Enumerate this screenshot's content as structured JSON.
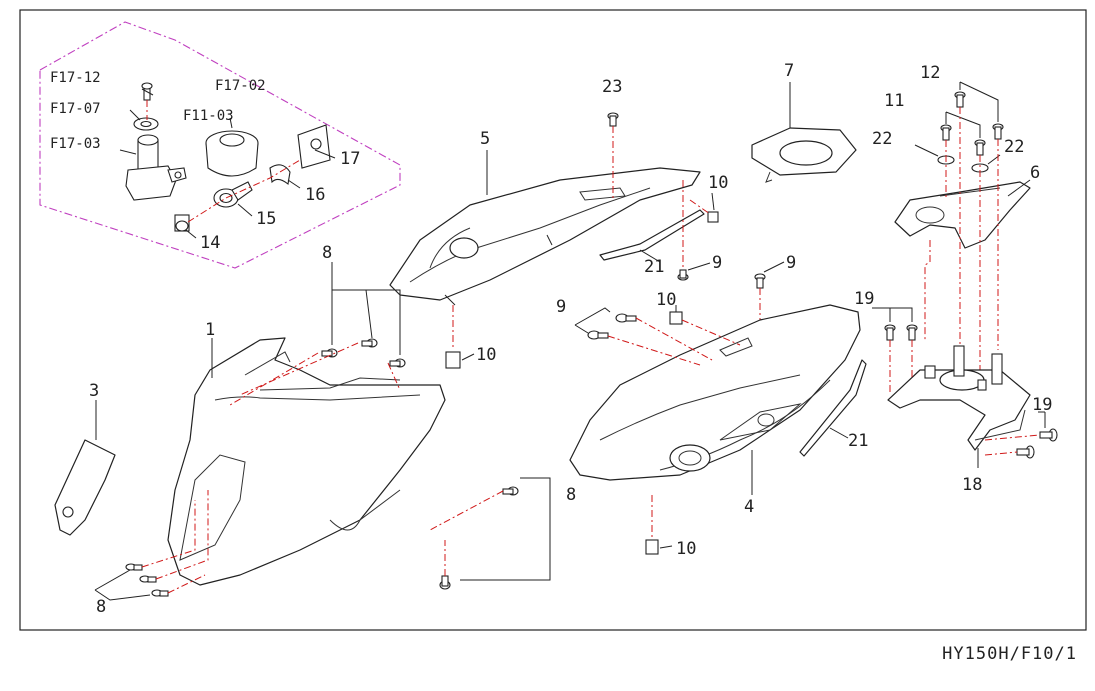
{
  "diagram": {
    "reference": "HY150H/F10/1",
    "callouts": {
      "c_f17_12": "F17-12",
      "c_f17_02": "F17-02",
      "c_f17_07": "F17-07",
      "c_f11_03": "F11-03",
      "c_f17_03": "F17-03",
      "c_17": "17",
      "c_16": "16",
      "c_15": "15",
      "c_14": "14",
      "c_23": "23",
      "c_5": "5",
      "c_10a": "10",
      "c_21a": "21",
      "c_9a": "9",
      "c_9b": "9",
      "c_7": "7",
      "c_12": "12",
      "c_11": "11",
      "c_22a": "22",
      "c_22b": "22",
      "c_6": "6",
      "c_8a": "8",
      "c_1": "1",
      "c_3": "3",
      "c_10b": "10",
      "c_9c": "9",
      "c_10c": "10",
      "c_19a": "19",
      "c_19b": "19",
      "c_21b": "21",
      "c_4": "4",
      "c_18": "18",
      "c_8b": "8",
      "c_10d": "10",
      "c_8c": "8"
    }
  }
}
